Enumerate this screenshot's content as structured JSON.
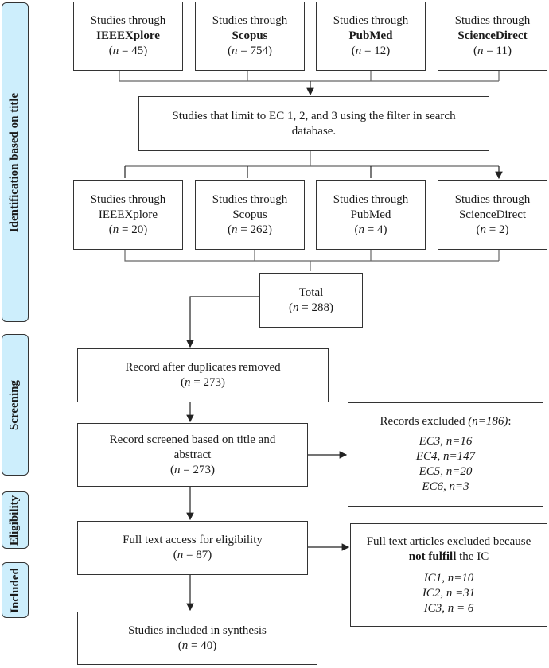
{
  "phases": [
    "Identification based on title",
    "Screening",
    "Eligibility",
    "Included"
  ],
  "databases_initial": [
    {
      "line1": "Studies through",
      "db": "IEEEXplore",
      "n": "45"
    },
    {
      "line1": "Studies through",
      "db": "Scopus",
      "n": "754"
    },
    {
      "line1": "Studies through",
      "db": "PubMed",
      "n": "12"
    },
    {
      "line1": "Studies through",
      "db": "ScienceDirect",
      "n": "11"
    }
  ],
  "filter_box": "Studies that limit to EC 1, 2, and 3 using the filter in search database.",
  "databases_filtered": [
    {
      "line1": "Studies through",
      "db": "IEEEXplore",
      "n": "20"
    },
    {
      "line1": "Studies through",
      "db": "Scopus",
      "n": "262"
    },
    {
      "line1": "Studies through",
      "db": "PubMed",
      "n": "4"
    },
    {
      "line1": "Studies through",
      "db": "ScienceDirect",
      "n": "2"
    }
  ],
  "n_prefix": "n",
  "total": {
    "label": "Total",
    "n": "288"
  },
  "duplicates": {
    "label": "Record after duplicates removed",
    "n": "273"
  },
  "screened": {
    "label": "Record screened based on title and abstract",
    "n": "273"
  },
  "excluded_records": {
    "label": "Records excluded ",
    "count": "(n=186)",
    "colon": ":",
    "items": [
      "EC3, n=16",
      "EC4, n=147",
      "EC5, n=20",
      "EC6, n=3"
    ]
  },
  "fulltext": {
    "label": "Full text access for eligibility",
    "n": "87"
  },
  "excluded_fulltext": {
    "label1": "Full text articles excluded because",
    "bold": "not fulfill",
    "label2": " the IC",
    "items": [
      "IC1, n=10",
      "IC2, n =31",
      "IC3, n = 6"
    ]
  },
  "included": {
    "label": "Studies included in synthesis",
    "n": "40"
  }
}
